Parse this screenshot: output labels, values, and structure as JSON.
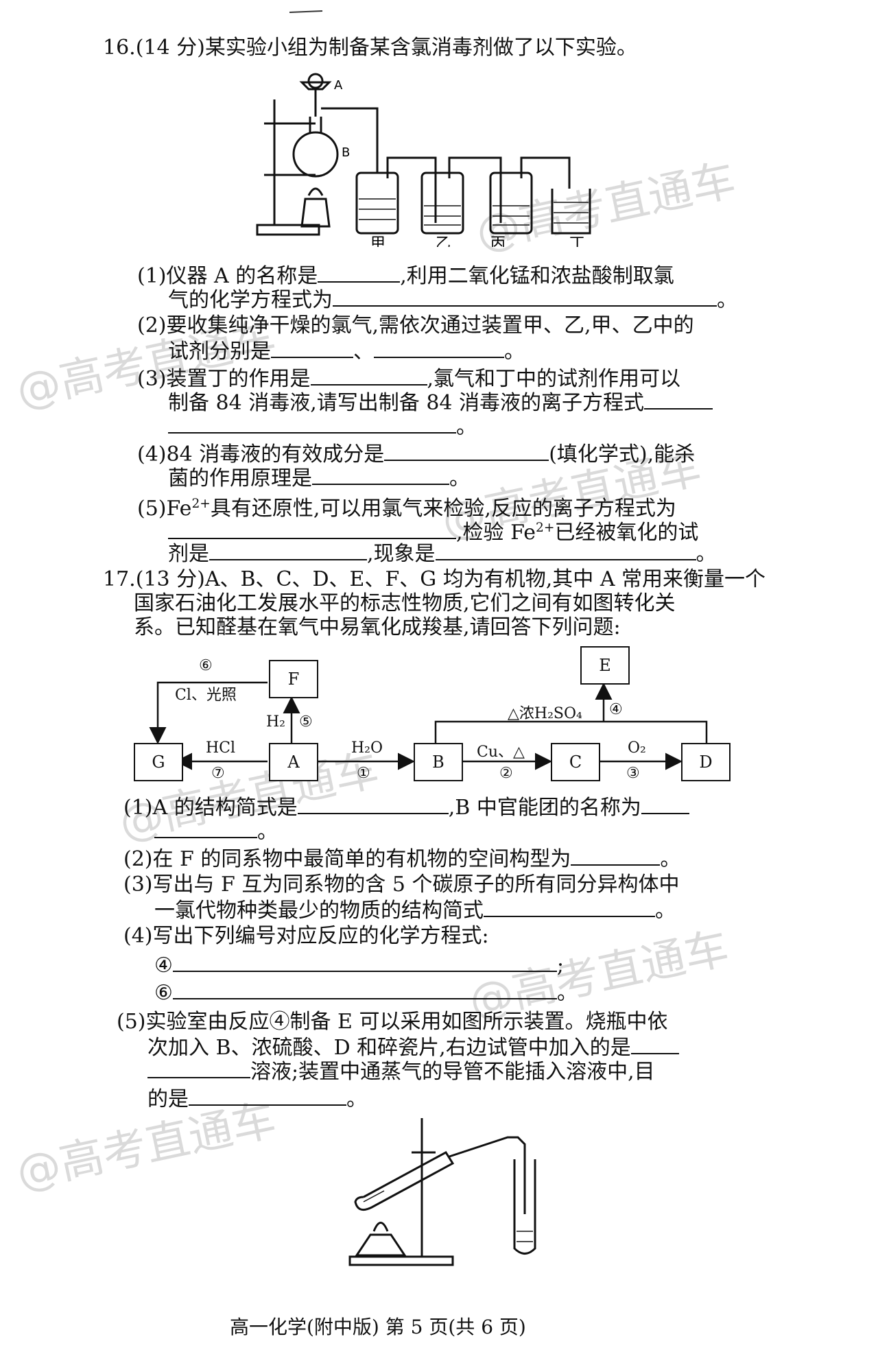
{
  "q16": {
    "header": "16.(14 分)某实验小组为制备某含氯消毒剂做了以下实验。",
    "apparatus_labels": {
      "A": "A",
      "B": "B",
      "jia": "甲",
      "yi": "乙",
      "bing": "丙",
      "ding": "丁"
    },
    "p1a": "(1)仪器 A 的名称是",
    "p1b": ",利用二氧化锰和浓盐酸制取氯",
    "p1c": "气的化学方程式为",
    "p1d": "。",
    "p2a": "(2)要收集纯净干燥的氯气,需依次通过装置甲、乙,甲、乙中的",
    "p2b": "试剂分别是",
    "p2c": "、",
    "p2d": "。",
    "p3a": "(3)装置丁的作用是",
    "p3b": ",氯气和丁中的试剂作用可以",
    "p3c": "制备 84 消毒液,请写出制备 84 消毒液的离子方程式",
    "p3d": "。",
    "p4a": "(4)84 消毒液的有效成分是",
    "p4b": "(填化学式),能杀",
    "p4c": "菌的作用原理是",
    "p4d": "。",
    "p5a": "(5)Fe",
    "p5a_sup": "2+",
    "p5b": "具有还原性,可以用氯气来检验,反应的离子方程式为",
    "p5c": ",检验 Fe",
    "p5c_sup": "2+",
    "p5d": "已经被氧化的试",
    "p5e": "剂是",
    "p5f": ",现象是",
    "p5g": "。"
  },
  "q17": {
    "h1": "17.(13 分)A、B、C、D、E、F、G 均为有机物,其中 A 常用来衡量一个",
    "h2": "国家石油化工发展水平的标志性物质,它们之间有如图转化关",
    "h3": "系。已知醛基在氧气中易氧化成羧基,请回答下列问题:",
    "diagram": {
      "nodes": {
        "A": "A",
        "B": "B",
        "C": "C",
        "D": "D",
        "E": "E",
        "F": "F",
        "G": "G"
      },
      "r1_reagent": "H₂O",
      "r1_num": "①",
      "r2_reagent": "Cu、△",
      "r2_num": "②",
      "r3_reagent": "O₂",
      "r3_num": "③",
      "r4_reagent": "△浓H₂SO₄",
      "r4_num": "④",
      "r5_reagent": "H₂",
      "r5_num": "⑤",
      "r6_reagent": "Cl、光照",
      "r6_num": "⑥",
      "r7_reagent": "HCl",
      "r7_num": "⑦"
    },
    "p1a": "(1)A 的结构简式是",
    "p1b": ",B 中官能团的名称为",
    "p1c": "。",
    "p2a": "(2)在 F 的同系物中最简单的有机物的空间构型为",
    "p2b": "。",
    "p3a": "(3)写出与 F 互为同系物的含 5 个碳原子的所有同分异构体中",
    "p3b": "一氯代物种类最少的物质的结构简式",
    "p3c": "。",
    "p4a": "(4)写出下列编号对应反应的化学方程式:",
    "p4b": "④",
    "p4c": ";",
    "p4d": "⑥",
    "p4e": "。",
    "p5a": "(5)实验室由反应④制备 E 可以采用如图所示装置。烧瓶中依",
    "p5b": "次加入 B、浓硫酸、D 和碎瓷片,右边试管中加入的是",
    "p5c": "溶液;装置中通蒸气的导管不能插入溶液中,目",
    "p5d": "的是",
    "p5e": "。"
  },
  "watermark": "@高考直通车",
  "footer": "高一化学(附中版) 第 5 页(共 6 页)"
}
